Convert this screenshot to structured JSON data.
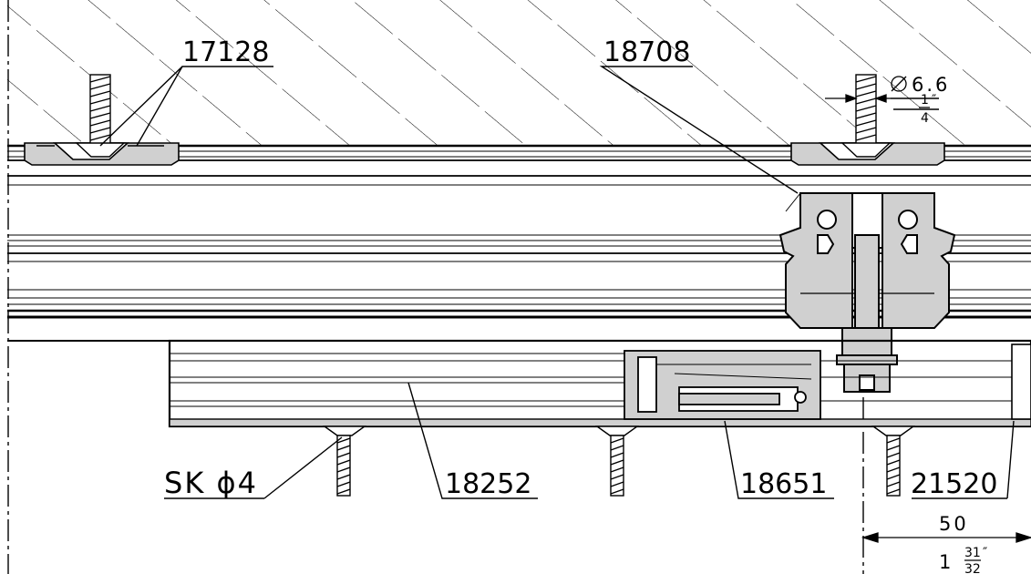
{
  "labels": {
    "p17128": "17128",
    "p18708": "18708",
    "p18252": "18252",
    "p18651": "18651",
    "p21520": "21520",
    "screw": "SK ϕ4",
    "hole_dia": "6.6",
    "hole_in_num": "1",
    "hole_in_den": "4",
    "hole_in_unit": "″",
    "dim_mm": "50",
    "dim_in_whole": "1",
    "dim_in_num": "31",
    "dim_in_den": "32",
    "dim_in_unit": "″"
  },
  "colors": {
    "line": "#000000",
    "part": "#d0d0d0",
    "hatch": "#000000"
  }
}
